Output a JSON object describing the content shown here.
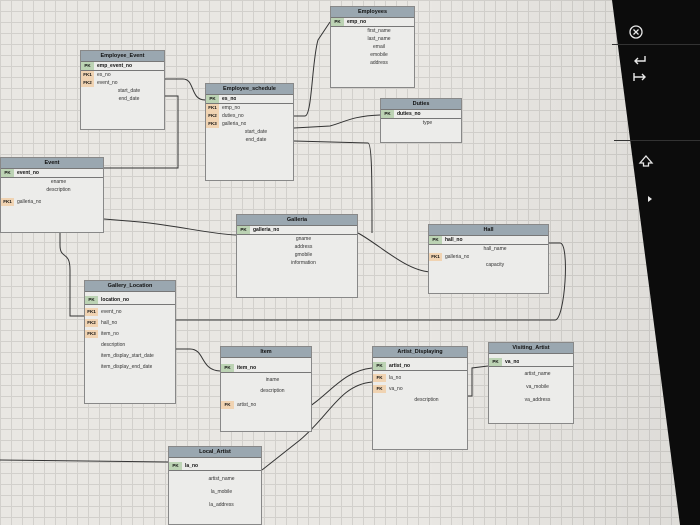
{
  "entities": {
    "employees": {
      "title": "Employees",
      "pk": "emp_no",
      "attrs": [
        "first_name",
        "last_name",
        "email",
        "emobile",
        "address"
      ]
    },
    "employee_event": {
      "title": "Employee_Event",
      "pk": "emp_event_no",
      "fk": [
        {
          "key": "FK1",
          "name": "es_no"
        },
        {
          "key": "FK2",
          "name": "event_no"
        }
      ],
      "attrs": [
        "start_date",
        "end_date"
      ]
    },
    "employee_schedule": {
      "title": "Employee_schedule",
      "pk": "es_no",
      "fk": [
        {
          "key": "FK1",
          "name": "emp_no"
        },
        {
          "key": "FK2",
          "name": "duties_no"
        },
        {
          "key": "FK3",
          "name": "galleria_no"
        }
      ],
      "attrs": [
        "start_date",
        "end_date"
      ]
    },
    "duties": {
      "title": "Duties",
      "pk": "duties_no",
      "attrs": [
        "type"
      ]
    },
    "event": {
      "title": "Event",
      "pk": "event_no",
      "attrs": [
        "ename",
        "description"
      ],
      "fk": [
        {
          "key": "FK1",
          "name": "galleria_no"
        }
      ]
    },
    "galleria": {
      "title": "Galleria",
      "pk": "galleria_no",
      "attrs": [
        "gname",
        "address",
        "gmobile",
        "information"
      ]
    },
    "hall": {
      "title": "Hall",
      "pk": "hall_no",
      "attrs_before": [
        "hall_name"
      ],
      "fk": [
        {
          "key": "FK1",
          "name": "galleria_no"
        }
      ],
      "attrs": [
        "capacity"
      ]
    },
    "gallery_location": {
      "title": "Gallery_Location",
      "pk": "location_no",
      "fk": [
        {
          "key": "FK1",
          "name": "event_no"
        },
        {
          "key": "FK2",
          "name": "hall_no"
        },
        {
          "key": "FK3",
          "name": "item_no"
        }
      ],
      "attrs": [
        "description",
        "item_display_start_date",
        "item_display_end_date"
      ]
    },
    "item": {
      "title": "Item",
      "pk": "item_no",
      "attrs": [
        "iname",
        "description"
      ],
      "fk": [
        {
          "key": "FK",
          "name": "artist_no"
        }
      ]
    },
    "artist_displaying": {
      "title": "Artist_Displaying",
      "pk": "artist_no",
      "fk": [
        {
          "key": "FK",
          "name": "la_no"
        },
        {
          "key": "FK",
          "name": "va_no"
        }
      ],
      "attrs": [
        "description"
      ]
    },
    "visiting_artist": {
      "title": "Visiting_Artist",
      "pk": "va_no",
      "attrs": [
        "artist_name",
        "va_mobile",
        "va_address"
      ]
    },
    "local_artist": {
      "title": "Local_Artist",
      "pk": "la_no",
      "attrs": [
        "artist_name",
        "la_mobile",
        "la_address"
      ]
    }
  },
  "touchbar": {
    "icons": [
      "close-circle-icon",
      "return-icon",
      "forward-icon",
      "up-arrow-icon",
      "play-right-icon"
    ]
  }
}
